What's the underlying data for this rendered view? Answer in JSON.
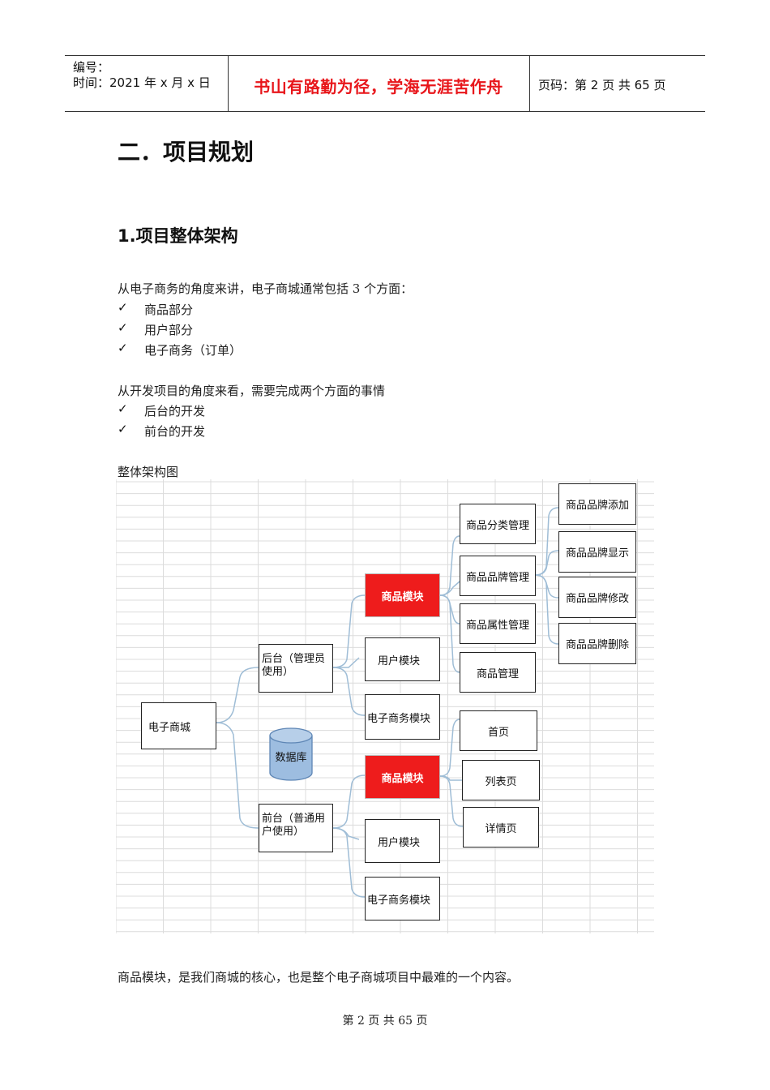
{
  "header": {
    "number_label": "编号：",
    "time_label": "时间：2021 年 x 月 x 日",
    "motto": "书山有路勤为径，学海无涯苦作舟",
    "page_label": "页码：第 2 页  共 65 页"
  },
  "title": "二．项目规划",
  "section": "1.项目整体架构",
  "intro1": "从电子商务的角度来讲，电子商城通常包括 3 个方面：",
  "list1": [
    "商品部分",
    "用户部分",
    "电子商务（订单）"
  ],
  "intro2": "从开发项目的角度来看，需要完成两个方面的事情",
  "list2": [
    "后台的开发",
    "前台的开发"
  ],
  "diagram_caption": "整体架构图",
  "check_mark": "✓",
  "diagram": {
    "root": "电子商城",
    "database": "数据库",
    "backend": "后台（管理员使用）",
    "frontend": "前台（普通用户使用）",
    "back_modules": [
      "商品模块",
      "用户模块",
      "电子商务模块"
    ],
    "front_modules": [
      "商品模块",
      "用户模块",
      "电子商务模块"
    ],
    "goods_admin": [
      "商品分类管理",
      "商品品牌管理",
      "商品属性管理",
      "商品管理"
    ],
    "brand_ops": [
      "商品品牌添加",
      "商品品牌显示",
      "商品品牌修改",
      "商品品牌删除"
    ],
    "front_pages": [
      "首页",
      "列表页",
      "详情页"
    ],
    "colors": {
      "highlight": "#ee1c1c",
      "connector": "#9fbdd6",
      "db_fill": "#9dbde0"
    }
  },
  "summary": "商品模块，是我们商城的核心，也是整个电子商城项目中最难的一个内容。",
  "footer": "第 2 页 共 65 页"
}
